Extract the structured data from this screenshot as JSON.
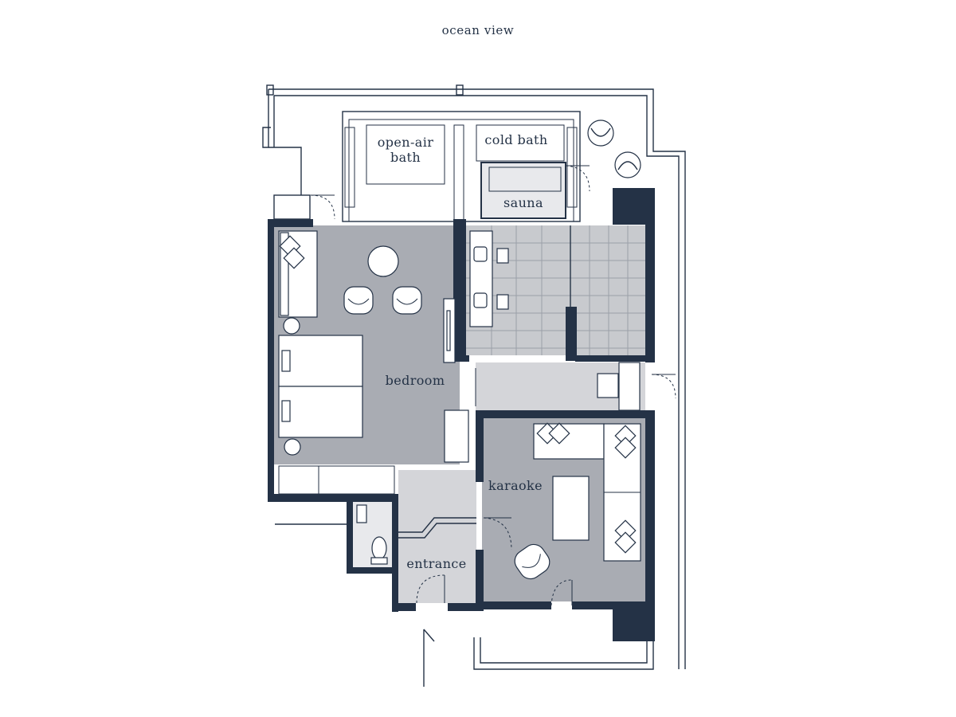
{
  "plan": {
    "orientation_label": "ocean view",
    "rooms": {
      "open_air_bath": [
        "open-air",
        "bath"
      ],
      "cold_bath": "cold bath",
      "sauna": "sauna",
      "bedroom": "bedroom",
      "karaoke": "karaoke",
      "entrance": "entrance"
    },
    "colors": {
      "wall": "#243246",
      "room_dark": "#a9acb3",
      "room_light": "#d4d5d9",
      "tile": "#c8cace",
      "furniture": "#ffffff"
    }
  }
}
